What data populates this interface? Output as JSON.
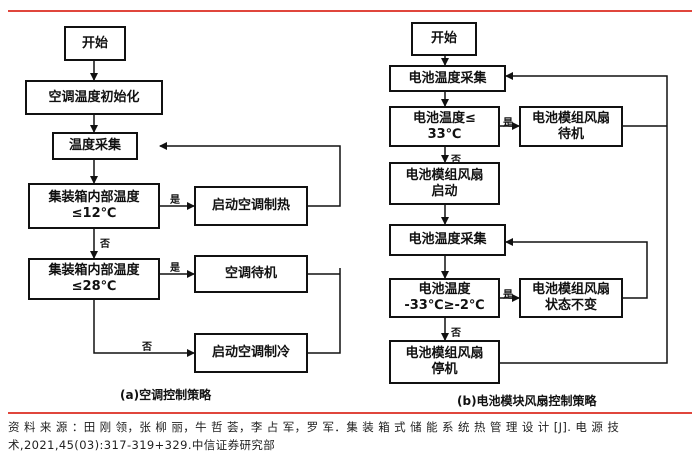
{
  "panel_a": {
    "boxes": {
      "start": "开始",
      "init": "空调温度初始化",
      "collect": "温度采集",
      "cond1": "集装箱内部温度\n≤12℃",
      "heat": "启动空调制热",
      "cond2": "集装箱内部温度\n≤28℃",
      "standby": "空调待机",
      "cool": "启动空调制冷"
    },
    "labels": {
      "yes1": "是",
      "no1": "否",
      "yes2": "是",
      "no2": "否"
    },
    "caption": "(a)空调控制策略"
  },
  "panel_b": {
    "boxes": {
      "start": "开始",
      "collect1": "电池温度采集",
      "cond1": "电池温度≤\n33℃",
      "fan_standby": "电池模组风扇\n待机",
      "fan_start": "电池模组风扇\n启动",
      "collect2": "电池温度采集",
      "cond2": "电池温度\n-33℃≥-2℃",
      "fan_keep": "电池模组风扇\n状态不变",
      "fan_stop": "电池模组风扇\n停机"
    },
    "labels": {
      "yes1": "是",
      "no1": "否",
      "yes2": "是",
      "no2": "否"
    },
    "caption": "(b)电池模块风扇控制策略"
  },
  "source_text": "资 料 来 源 ：田 刚 领，张 柳 丽，牛 哲 荟，李 占 军，罗 军．集 装 箱 式 储 能 系 统 热 管 理 设 计 [J]. 电 源 技 术,2021,45(03):317-319+329.中信证券研究部"
}
